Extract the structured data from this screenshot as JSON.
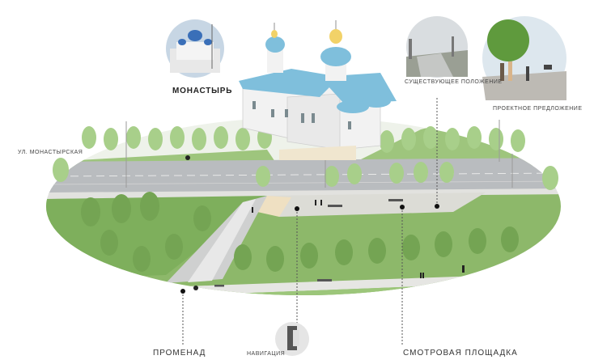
{
  "labels": {
    "monastery": "МОНАСТЫРЬ",
    "street": "УЛ. МОНАСТЫРСКАЯ",
    "existing": "СУЩЕСТВУЮЩЕЕ ПОЛОЖЕНИЕ",
    "proposal": "ПРОЕКТНОЕ ПРЕДЛОЖЕНИЕ",
    "promenade": "ПРОМЕНАД",
    "navigation": "НАВИГАЦИЯ",
    "viewpoint": "СМОТРОВАЯ ПЛОЩАДКА"
  },
  "colors": {
    "grass": "#8db86a",
    "grass_dark": "#74a453",
    "road": "#b9bcbf",
    "tree": "#a8cf8a",
    "roof": "#7fbfdc",
    "path": "#e6e6e3"
  }
}
